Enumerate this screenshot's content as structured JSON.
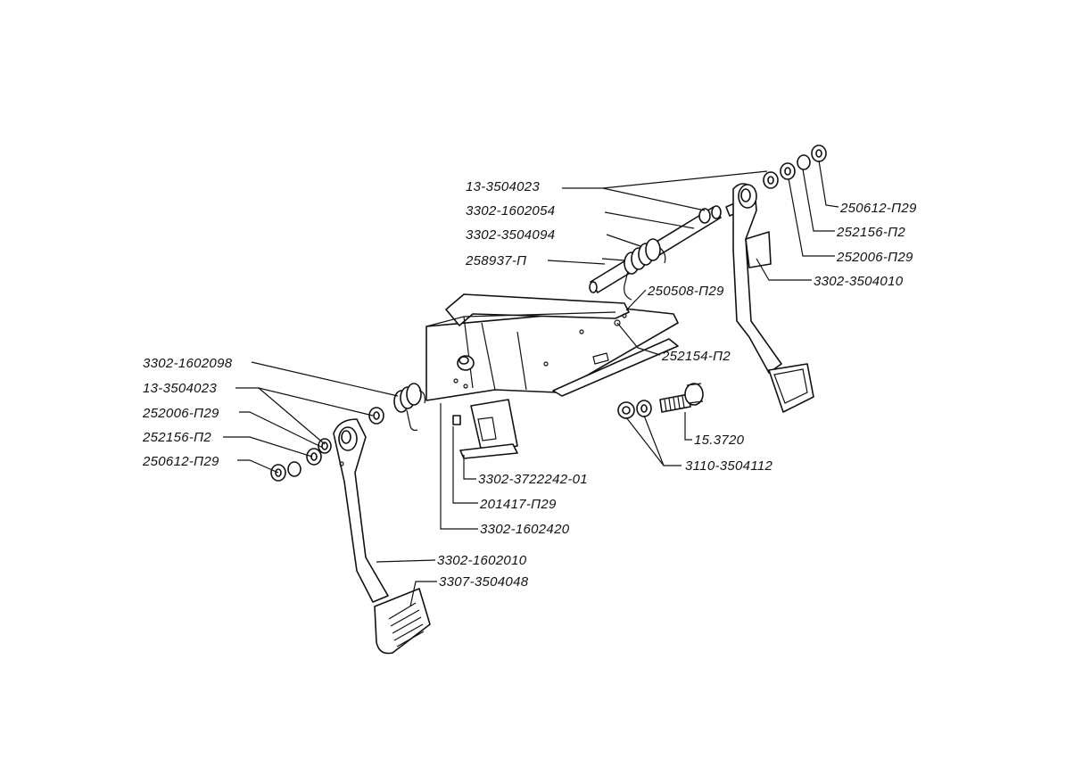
{
  "parts": {
    "p1": "13-3504023",
    "p2": "3302-1602054",
    "p3": "3302-3504094",
    "p4": "258937-П",
    "p5": "250508-П29",
    "p6": "252154-П2",
    "p7": "250612-П29",
    "p8": "252156-П2",
    "p9": "252006-П29",
    "p10": "3302-3504010",
    "p11": "3302-1602098",
    "p12": "13-3504023",
    "p13": "252006-П29",
    "p14": "252156-П2",
    "p15": "250612-П29",
    "p16": "15.3720",
    "p17": "3110-3504112",
    "p18": "3302-3722242-01",
    "p19": "201417-П29",
    "p20": "3302-1602420",
    "p21": "3302-1602010",
    "p22": "3307-3504048"
  }
}
